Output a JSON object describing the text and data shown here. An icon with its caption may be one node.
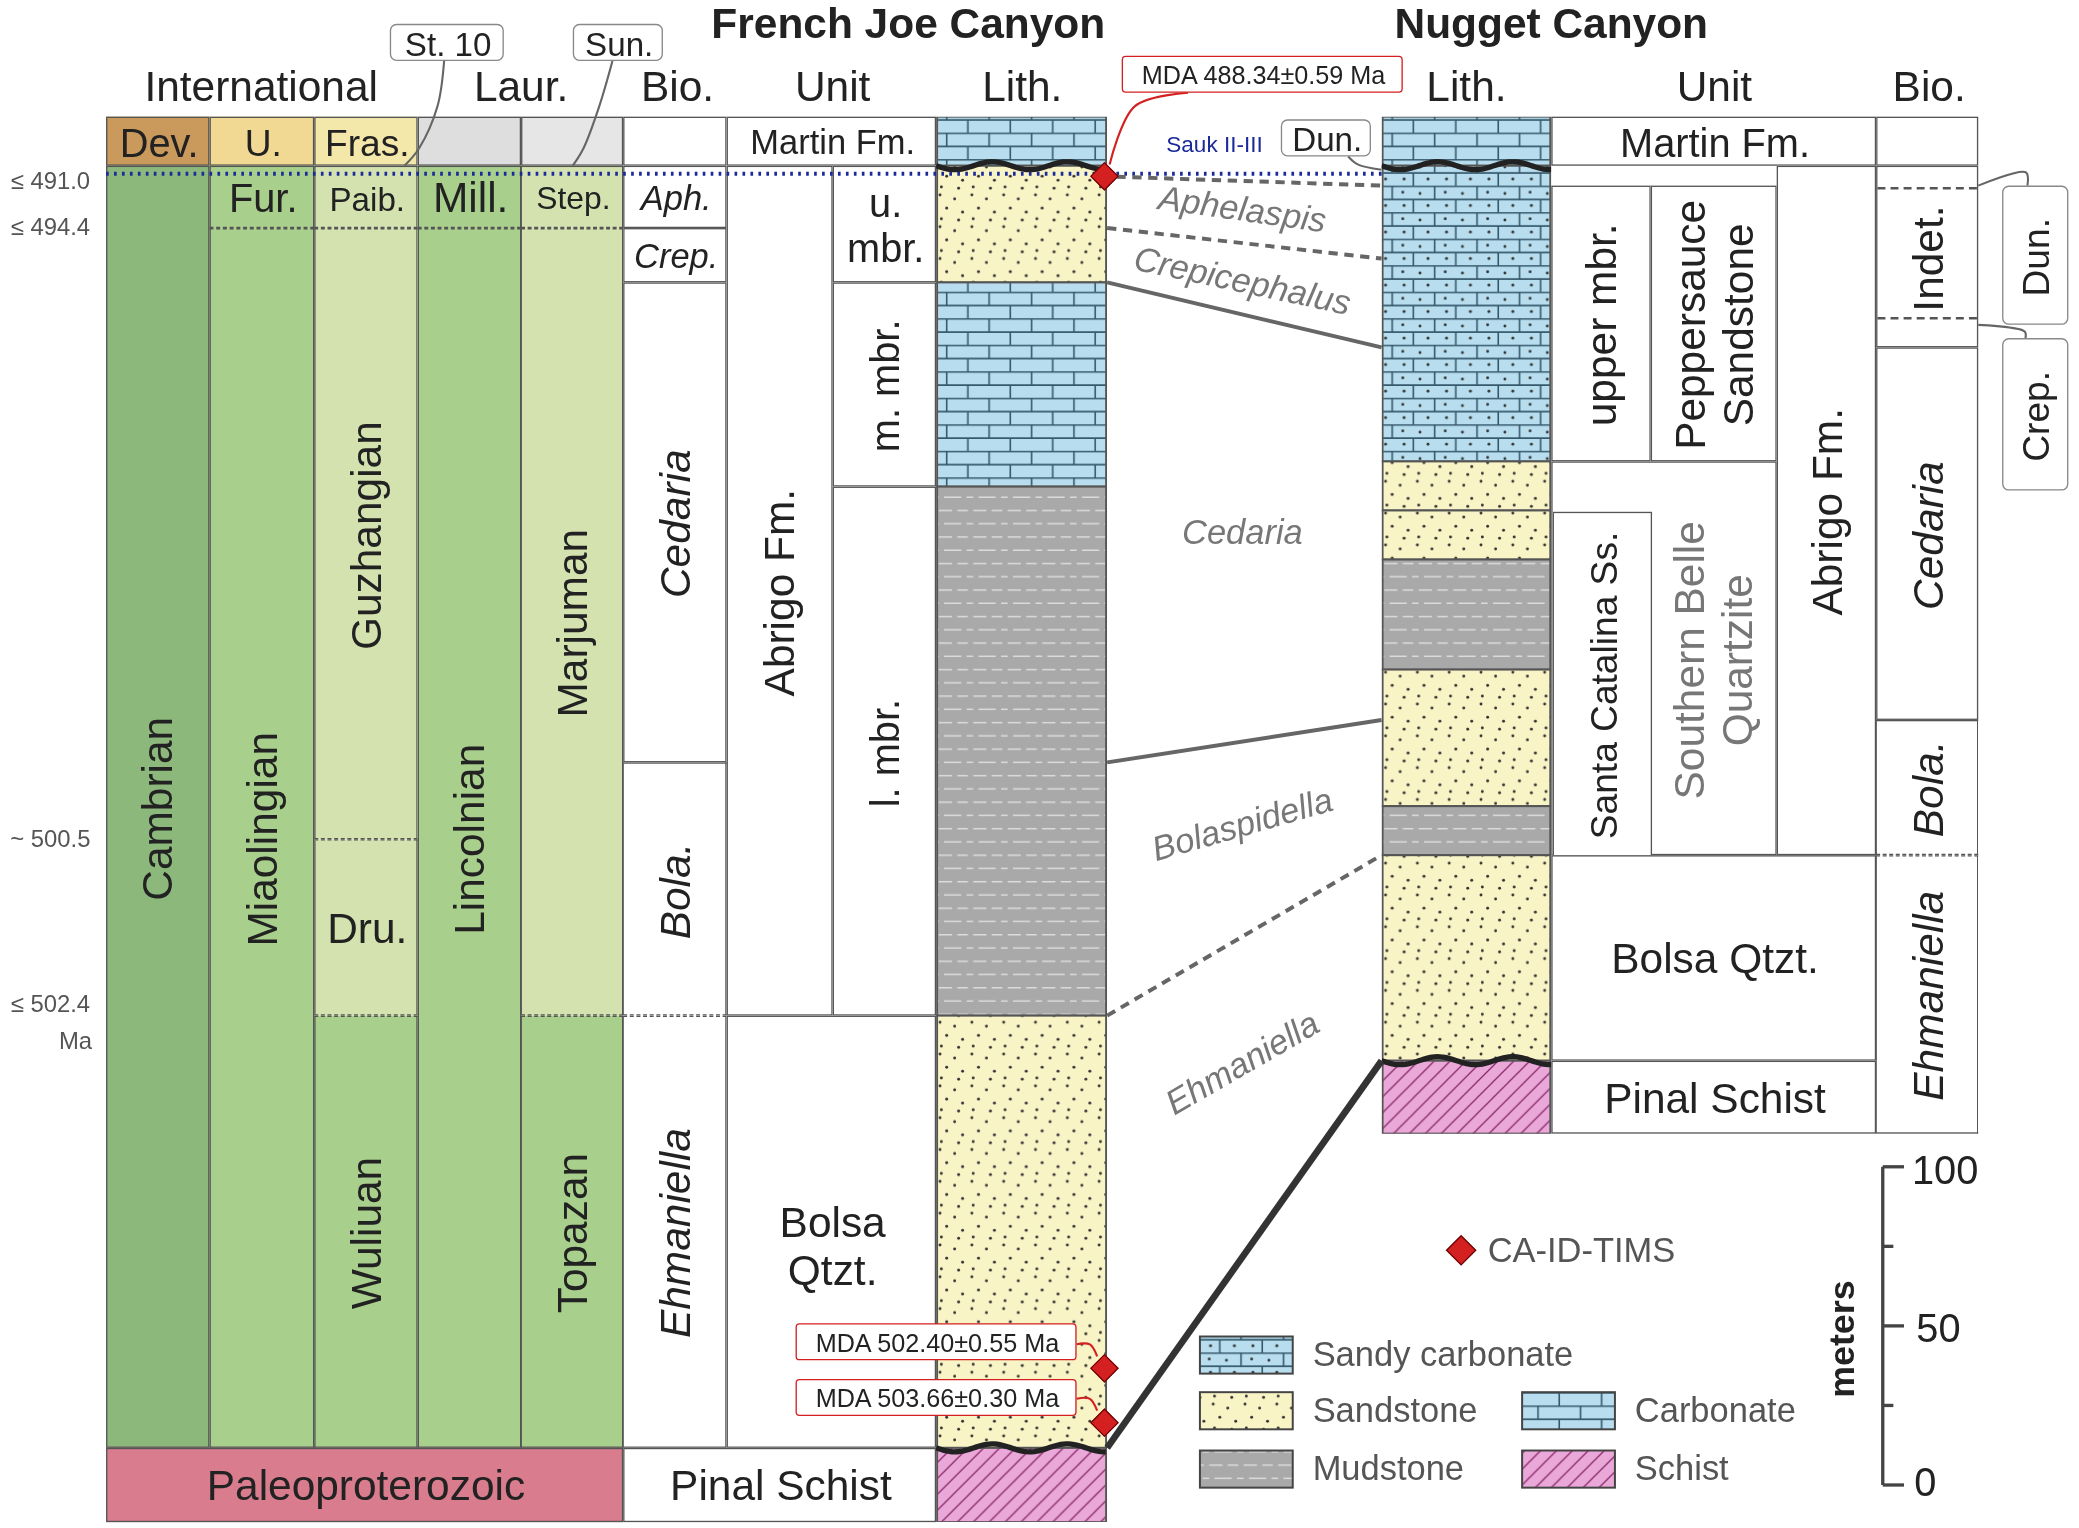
{
  "diagram": {
    "nodes": [
      {
        "text": [
          "Dev."
        ]
      },
      {
        "text": [
          "U."
        ]
      },
      {
        "text": [
          "Fras."
        ]
      },
      {
        "text": [],
        "shape": "box"
      },
      {
        "text": [],
        "shape": "box"
      },
      {
        "text": [],
        "shape": "box"
      },
      {
        "text": [
          "Martin Fm."
        ]
      },
      {
        "text": [
          "Fur."
        ]
      },
      {
        "text": [
          "Paib."
        ]
      },
      {
        "text": [
          "Mill."
        ]
      },
      {
        "text": [
          "Step."
        ]
      },
      {
        "text": [
          "Aph."
        ]
      },
      {
        "text": [
          "u. mbr."
        ]
      },
      {
        "text": [
          "Crep."
        ]
      },
      {
        "text": [
          "Cambrian"
        ]
      },
      {
        "text": [
          "Miaolingian"
        ]
      },
      {
        "text": [
          "Guzhangian"
        ]
      },
      {
        "text": [
          "Lincolnian"
        ]
      },
      {
        "text": [
          "Marjuman"
        ]
      },
      {
        "text": [
          "Cedaria"
        ]
      },
      {
        "text": [
          "Abrigo Fm."
        ]
      },
      {
        "text": [
          "m. mbr."
        ]
      },
      {
        "text": [
          "l. mbr."
        ]
      },
      {
        "text": [
          "Bola."
        ]
      },
      {
        "text": [
          "Dru."
        ]
      },
      {
        "text": [
          "Wuliuan"
        ]
      },
      {
        "text": [
          "Topazan"
        ]
      },
      {
        "text": [
          "Ehmaniella"
        ]
      },
      {
        "text": [
          "Bolsa Qtzt."
        ]
      },
      {
        "text": [
          "Paleoproterozoic"
        ]
      },
      {
        "text": [
          "Pinal Schist"
        ]
      },
      {
        "text": [],
        "shape": "box"
      },
      {
        "text": [
          "Martin Fm."
        ]
      },
      {
        "text": [
          "upper mbr."
        ]
      },
      {
        "text": [
          "Peppersauce Sandstone"
        ]
      },
      {
        "text": [
          "Abrigo Fm."
        ]
      },
      {
        "text": [
          "Indet."
        ]
      },
      {
        "text": [
          "Cedaria"
        ]
      },
      {
        "text": [
          "Southern Belle Quartzite"
        ]
      },
      {
        "text": [
          "Santa Catalina Ss."
        ],
        "in": 38
      },
      {
        "text": [
          "Bola."
        ]
      },
      {
        "text": [
          "Bolsa Qtzt."
        ]
      },
      {
        "text": [
          "Ehmaniella"
        ]
      },
      {
        "text": [
          "Pinal Schist"
        ]
      },
      {
        "text": [
          "St. 10"
        ]
      },
      {
        "text": [
          "Sun."
        ]
      },
      {
        "text": [
          "MDA 488.34±0.59 Ma"
        ]
      },
      {
        "text": [
          "Dun."
        ]
      },
      {
        "text": [
          "Dun."
        ]
      },
      {
        "text": [
          "Crep."
        ]
      },
      {
        "text": [
          "MDA 502.40±0.55 Ma"
        ]
      },
      {
        "text": [
          "MDA 503.66±0.30 Ma"
        ]
      },
      {
        "text": [],
        "shape": "diamond"
      },
      {
        "text": [],
        "shape": "diamond"
      },
      {
        "text": [],
        "shape": "diamond"
      },
      {
        "text": [],
        "shape": "picture"
      },
      {
        "text": [],
        "shape": "picture"
      }
    ],
    "edges": [
      {
        "from": 44,
        "to": 8,
        "arrow": "none"
      },
      {
        "from": 45,
        "to": 10,
        "arrow": "none"
      },
      {
        "from": 46,
        "to": 52,
        "arrow": "none",
        "color": "#d42020"
      },
      {
        "from": 47,
        "to": 56,
        "arrow": "none"
      },
      {
        "from": 48,
        "to": 36,
        "arrow": "none"
      },
      {
        "from": 49,
        "to": 36,
        "arrow": "none"
      },
      {
        "from": 50,
        "to": 53,
        "arrow": "none",
        "color": "#d42020"
      },
      {
        "from": 51,
        "to": 54,
        "arrow": "none",
        "color": "#d42020"
      },
      {
        "from": 52,
        "to": 56,
        "arrow": "none",
        "style": "dashed"
      },
      {
        "from": 55,
        "to": 56,
        "arrow": "none",
        "style": "dashed"
      },
      {
        "from": 55,
        "to": 56,
        "arrow": "none"
      },
      {
        "from": 55,
        "to": 56,
        "arrow": "none"
      },
      {
        "from": 55,
        "to": 56,
        "arrow": "none",
        "style": "dashed"
      },
      {
        "from": 55,
        "to": 56,
        "arrow": "none",
        "style": "thick",
        "color": "#333333"
      }
    ],
    "labels": [
      "French Joe Canyon",
      "Nugget Canyon",
      "International",
      "Laur.",
      "Bio.",
      "Unit",
      "Lith.",
      "Lith.",
      "Unit",
      "Bio.",
      "Sauk II-III",
      "≤ 491.0",
      "≤ 494.4",
      "Aphelaspis",
      "Crepicephalus",
      "Cedaria",
      "~ 500.5",
      "Bolaspidella",
      "≤ 502.4",
      "Ma",
      "Ehmaniella",
      "100",
      "meters",
      "50",
      "0"
    ],
    "legend": [
      {
        "text": "CA-ID-TIMS"
      },
      {
        "text": "Sandy carbonate"
      },
      {
        "text": "Sandstone"
      },
      {
        "text": "Carbonate"
      },
      {
        "text": "Mudstone"
      },
      {
        "text": "Schist"
      }
    ]
  }
}
